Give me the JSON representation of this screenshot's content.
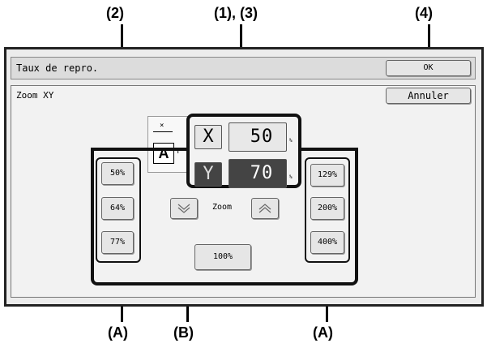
{
  "callouts": {
    "c2": "(2)",
    "c13": "(1), (3)",
    "c4": "(4)",
    "cA_left": "(A)",
    "cB": "(B)",
    "cA_right": "(A)"
  },
  "header": {
    "title": "Taux de repro.",
    "ok_label": "OK"
  },
  "subheader": {
    "mode_label": "Zoom XY",
    "cancel_label": "Annuler"
  },
  "zoom": {
    "x_label": "X",
    "x_value": "50",
    "y_label": "Y",
    "y_value": "70",
    "unit": "%",
    "zoom_label": "Zoom",
    "reset_label": "100%",
    "preset_left": [
      "50%",
      "64%",
      "77%"
    ],
    "preset_right": [
      "129%",
      "200%",
      "400%"
    ],
    "diagram_letter": "A",
    "diagram_x": "×",
    "diagram_y": "Y"
  },
  "colors": {
    "accent_selected": "#444444",
    "bold_outline": "#111111"
  }
}
